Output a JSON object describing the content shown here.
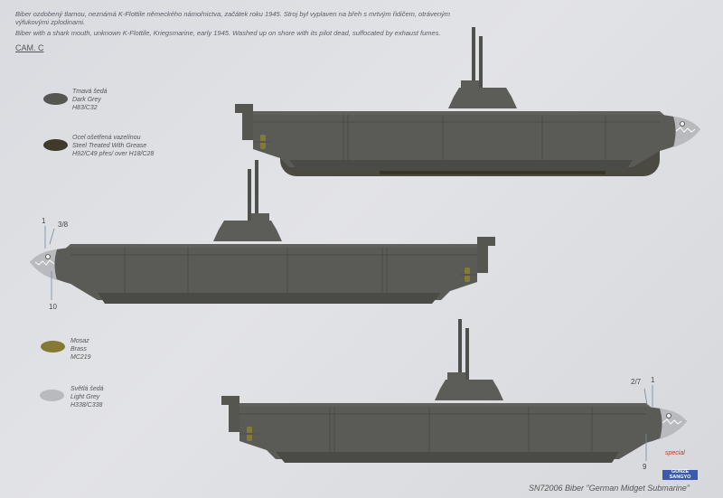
{
  "description": {
    "czech": "Biber ozdobený tlamou, neznámá K-Flottile německého námořnictva, začátek roku 1945. Stroj byl vyplaven na břeh s mrtvým řidičem, otráveným výfukovými zplodinami.",
    "english": "Biber with a shark mouth, unknown K-Flottile, Kriegsmarine, early 1945. Washed up on shore with its pilot dead, suffocated by exhaust fumes."
  },
  "camouflage_label": "CAM. C",
  "colors": [
    {
      "name_cz": "Tmavá šedá",
      "name_en": "Dark Grey",
      "code": "H83/C32",
      "hex": "#55564f"
    },
    {
      "name_cz": "Ocel ošetřená vazelínou",
      "name_en": "Steel Treated With Grease",
      "code": "H92/C49 přes/ over H18/C28",
      "hex": "#3e3a2c"
    },
    {
      "name_cz": "Mosaz",
      "name_en": "Brass",
      "code": "MC219",
      "hex": "#857a34"
    },
    {
      "name_cz": "Světlá šedá",
      "name_en": "Light Grey",
      "code": "H338/C338",
      "hex": "#b8babd"
    }
  ],
  "callouts": {
    "side_left": [
      "1",
      "3/8",
      "10"
    ],
    "side_bottom": [
      "2/7",
      "1",
      "9"
    ]
  },
  "footer": {
    "title": "SN72006 Biber \"German Midget Submarine\"",
    "brand_special": "special",
    "brand_gunze": "GUNZE SANGYO"
  }
}
